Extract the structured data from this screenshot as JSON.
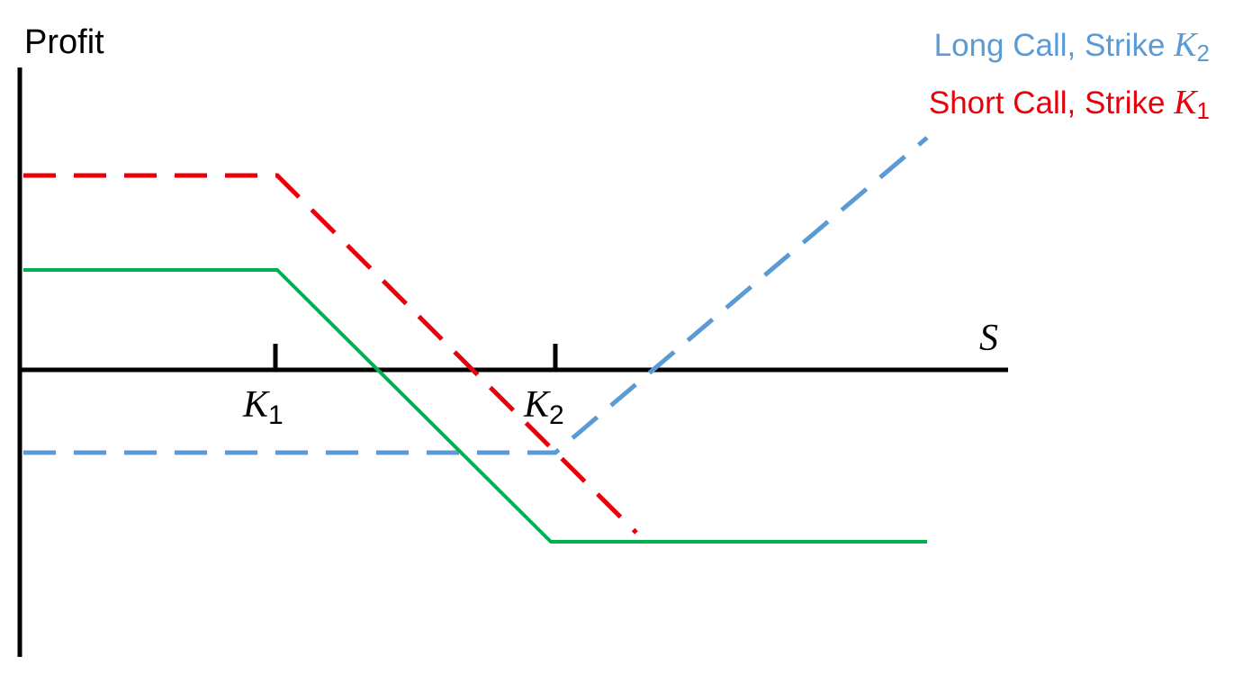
{
  "diagram": {
    "y_axis_label": "Profit",
    "x_axis_label": "S",
    "ticks": [
      {
        "symbol": "K",
        "subscript": "1"
      },
      {
        "symbol": "K",
        "subscript": "2"
      }
    ],
    "legend": [
      {
        "text": "Long Call, Strike ",
        "symbol": "K",
        "subscript": "2",
        "color": "#5b9bd5"
      },
      {
        "text": "Short Call, Strike ",
        "symbol": "K",
        "subscript": "1",
        "color": "#e8000b"
      }
    ],
    "series_colors": {
      "long_call": "#5b9bd5",
      "short_call": "#e8000b",
      "combined": "#00b050"
    }
  }
}
